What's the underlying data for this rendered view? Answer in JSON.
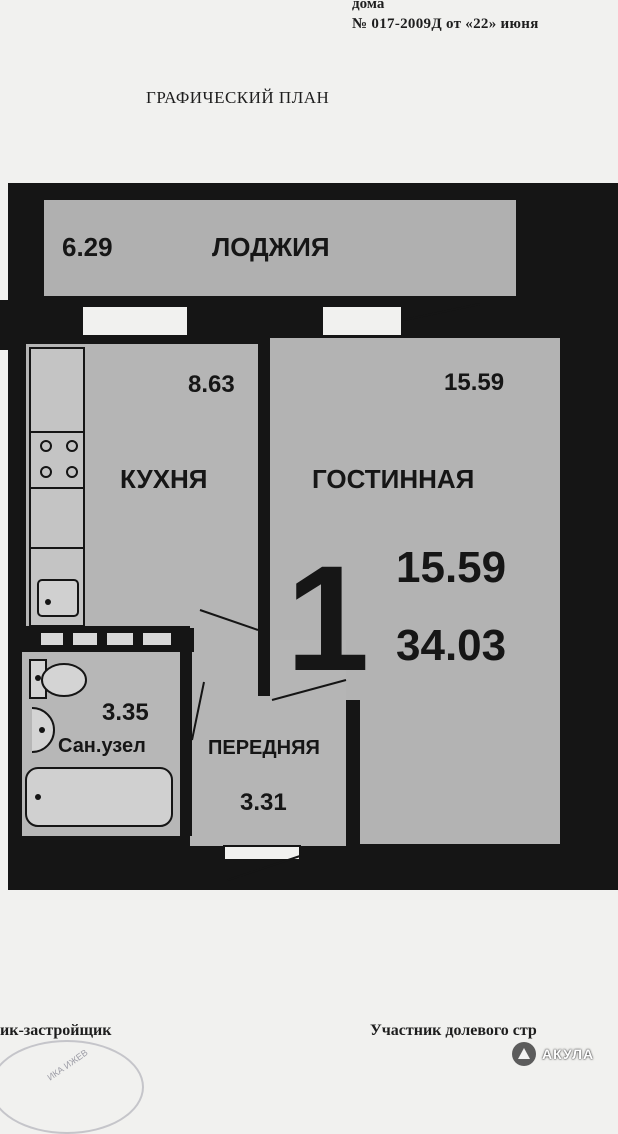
{
  "header": {
    "line1": "дома",
    "line2": "№ 017-2009Д  от «22» июня",
    "title": "ГРАФИЧЕСКИЙ ПЛАН"
  },
  "plan": {
    "apartment_number": "1",
    "living_area": "15.59",
    "total_area": "34.03",
    "rooms": {
      "loggia": {
        "name": "ЛОДЖИЯ",
        "area": "6.29"
      },
      "kitchen": {
        "name": "КУХНЯ",
        "area": "8.63"
      },
      "living": {
        "name": "ГОСТИННАЯ",
        "area": "15.59"
      },
      "bathroom": {
        "name": "Сан.узел",
        "area": "3.35"
      },
      "hall": {
        "name": "ПЕРЕДНЯЯ",
        "area": "3.31"
      }
    }
  },
  "footer": {
    "sign_left": "ик-застройщик",
    "sign_right": "Участник долевого стр",
    "stamp_text": "ИКА  ИЖЕВ",
    "watermark": "АКУЛА"
  },
  "colors": {
    "wall": "#151515",
    "floor": "#b3b3b3",
    "paper": "#f1f1ef"
  }
}
